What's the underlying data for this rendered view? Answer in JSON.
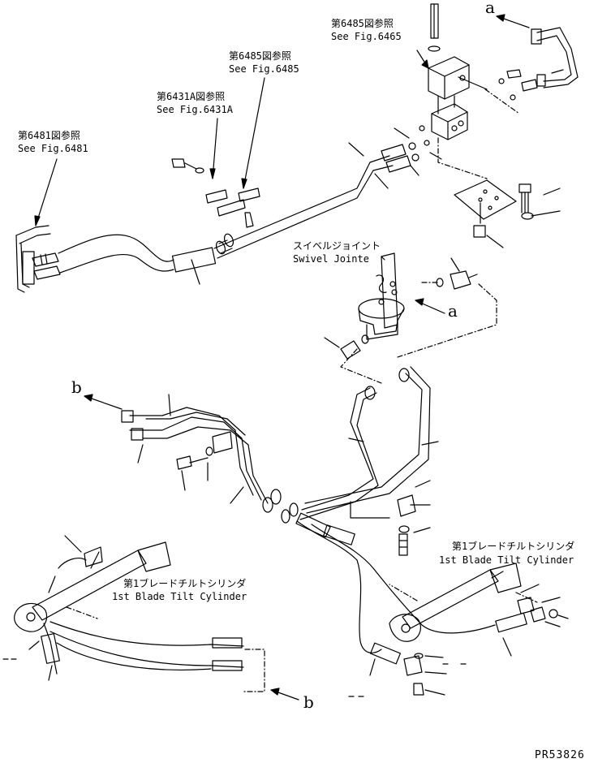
{
  "references": {
    "fig6485_top": {
      "jp": "第6485図参照",
      "en": "See Fig.6465"
    },
    "fig6485_mid": {
      "jp": "第6485図参照",
      "en": "See Fig.6485"
    },
    "fig6431a": {
      "jp": "第6431A図参照",
      "en": "See Fig.6431A"
    },
    "fig6481": {
      "jp": "第6481図参照",
      "en": "See Fig.6481"
    }
  },
  "components": {
    "swivel_joint": {
      "jp": "スイベルジョイント",
      "en": "Swivel Jointe"
    },
    "tilt_cylinder_right": {
      "jp": "第1ブレードチルトシリンダ",
      "en": "1st Blade Tilt Cylinder"
    },
    "tilt_cylinder_left": {
      "jp": "第1ブレードチルトシリンダ",
      "en": "1st Blade Tilt Cylinder"
    }
  },
  "connectors": {
    "a_top": "a",
    "a_mid": "a",
    "b_left": "b",
    "b_bottom": "b"
  },
  "drawing_code": "PR53826",
  "colors": {
    "line": "#000000",
    "background": "#ffffff"
  }
}
